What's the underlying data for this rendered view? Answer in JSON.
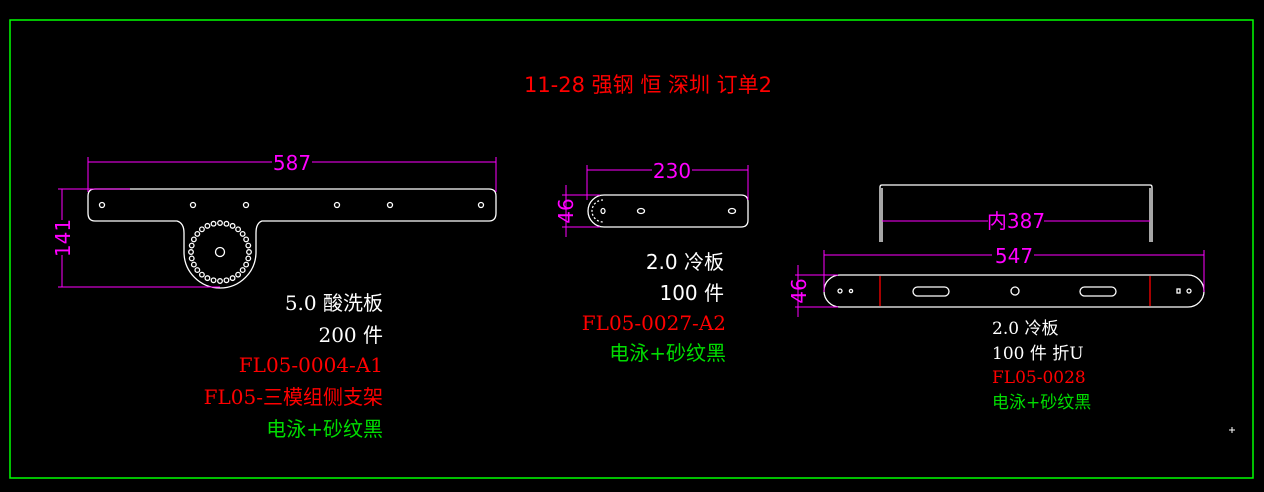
{
  "title": "11-28 强钢 恒 深圳 订单2",
  "colors": {
    "frame": "#00ff00",
    "dimension": "#ff00ff",
    "title": "#ff0000",
    "white": "#ffffff",
    "green": "#00dd00"
  },
  "parts": [
    {
      "dims": {
        "width": "587",
        "height": "141"
      },
      "lines": [
        "5.0 酸洗板",
        "200 件",
        "FL05-0004-A1",
        "FL05-三模组侧支架",
        "电泳+砂纹黑"
      ]
    },
    {
      "dims": {
        "width": "230",
        "height": "46"
      },
      "lines": [
        "2.0 冷板",
        "100 件",
        "FL05-0027-A2",
        "电泳+砂纹黑"
      ]
    },
    {
      "dims": {
        "inner": "内387",
        "width": "547",
        "height": "46"
      },
      "lines": [
        "2.0 冷板",
        "100 件 折U",
        "FL05-0028",
        "电泳+砂纹黑"
      ]
    }
  ]
}
